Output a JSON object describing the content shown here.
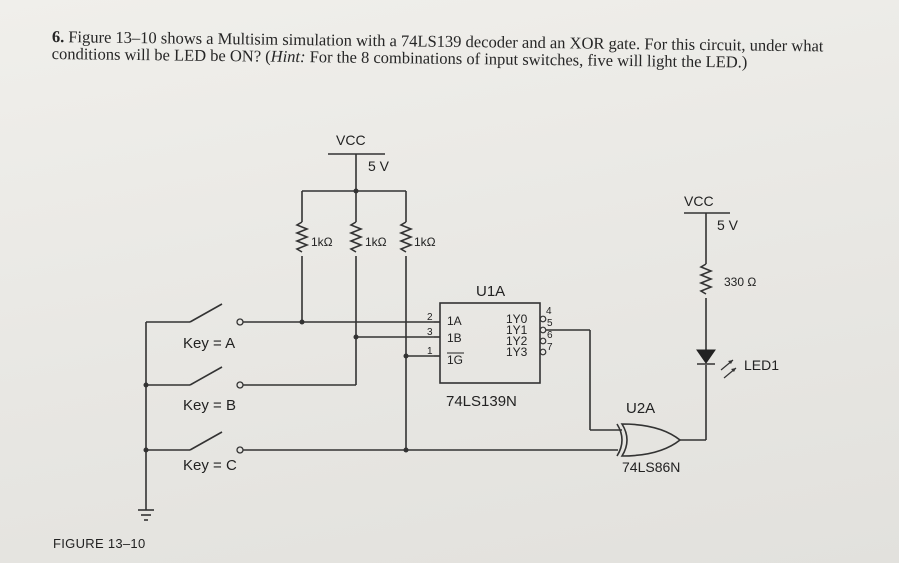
{
  "problem": {
    "number": "6.",
    "text_before_hint": "Figure 13–10 shows a Multisim simulation with a 74LS139 decoder and an XOR gate. For this circuit, under what conditions will be LED be ON? (",
    "hint_label": "Hint:",
    "text_after_hint": " For the 8 combinations of input switches, five will light the LED.)"
  },
  "figure_label": "FIGURE 13–10",
  "circuit": {
    "vcc_left": {
      "label": "VCC",
      "voltage": "5 V"
    },
    "vcc_right": {
      "label": "VCC",
      "voltage": "5 V"
    },
    "resistors": [
      "1kΩ",
      "1kΩ",
      "1kΩ"
    ],
    "led_resistor": "330 Ω",
    "led_label": "LED1",
    "decoder": {
      "ref": "U1A",
      "part": "74LS139N",
      "inputs": [
        "1A",
        "1B",
        "1G"
      ],
      "outputs": [
        "1Y0",
        "1Y1",
        "1Y2",
        "1Y3"
      ],
      "input_pins": [
        "2",
        "3",
        "1"
      ],
      "output_pins": [
        "4",
        "5",
        "6",
        "7"
      ]
    },
    "xor": {
      "ref": "U2A",
      "part": "74LS86N"
    },
    "keys": [
      "Key = A",
      "Key = B",
      "Key = C"
    ]
  }
}
